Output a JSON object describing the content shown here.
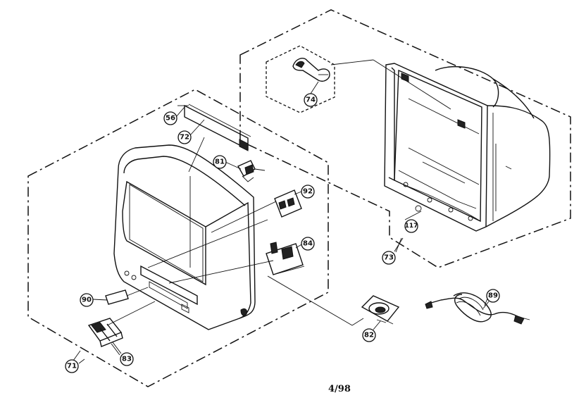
{
  "page_number": "4/98",
  "callouts": {
    "c56": "56",
    "c72": "72",
    "c81": "81",
    "c92": "92",
    "c84": "84",
    "c90": "90",
    "c83": "83",
    "c71": "71",
    "c74": "74",
    "c117": "117",
    "c73": "73",
    "c82": "82",
    "c89": "89"
  }
}
